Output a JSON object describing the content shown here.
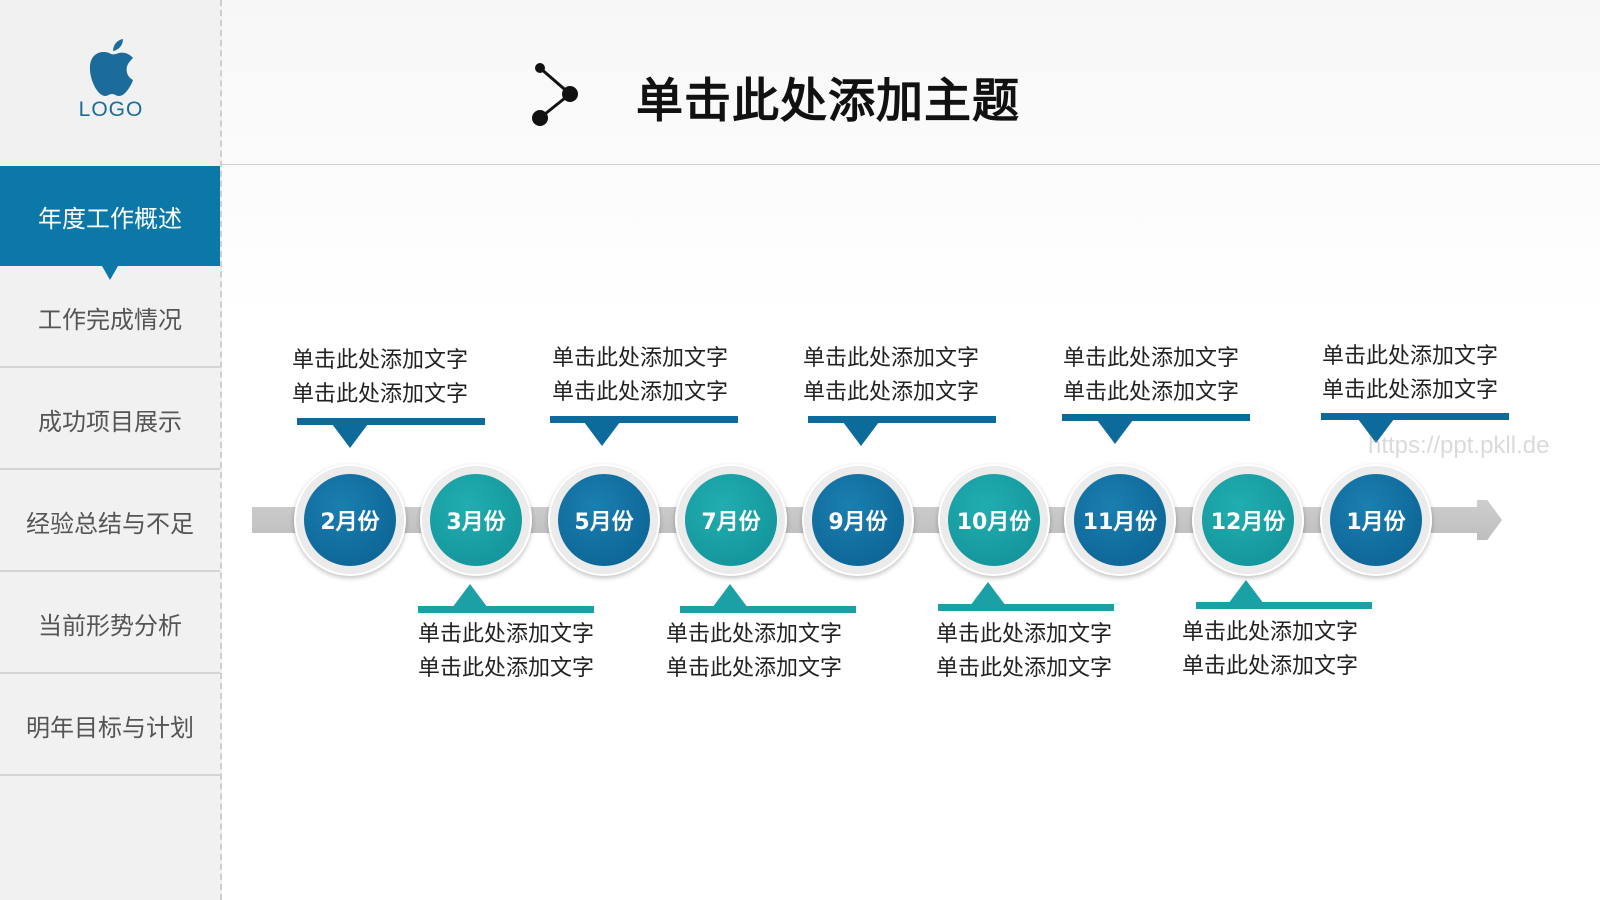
{
  "logo": {
    "text": "LOGO",
    "color": "#1b6c9b"
  },
  "sidebar": {
    "items": [
      {
        "label": "年度工作概述",
        "active": true
      },
      {
        "label": "工作完成情况",
        "active": false
      },
      {
        "label": "成功项目展示",
        "active": false
      },
      {
        "label": "经验总结与不足",
        "active": false
      },
      {
        "label": "当前形势分析",
        "active": false
      },
      {
        "label": "明年目标与计划",
        "active": false
      }
    ]
  },
  "header": {
    "title": "单击此处添加主题",
    "icon": "share-nodes-icon"
  },
  "colors": {
    "accent_blue": "#0c78a8",
    "accent_teal": "#1aa0a5",
    "track_gray": "#c6c6c6"
  },
  "timeline": {
    "nodes": [
      {
        "label": "2月份",
        "color": "blue"
      },
      {
        "label": "3月份",
        "color": "teal"
      },
      {
        "label": "5月份",
        "color": "blue"
      },
      {
        "label": "7月份",
        "color": "teal"
      },
      {
        "label": "9月份",
        "color": "blue"
      },
      {
        "label": "10月份",
        "color": "teal"
      },
      {
        "label": "11月份",
        "color": "blue"
      },
      {
        "label": "12月份",
        "color": "teal"
      },
      {
        "label": "1月份",
        "color": "blue"
      }
    ],
    "top_callouts": [
      {
        "line1": "单击此处添加文字",
        "line2": "单击此处添加文字"
      },
      {
        "line1": "单击此处添加文字",
        "line2": "单击此处添加文字"
      },
      {
        "line1": "单击此处添加文字",
        "line2": "单击此处添加文字"
      },
      {
        "line1": "单击此处添加文字",
        "line2": "单击此处添加文字"
      },
      {
        "line1": "单击此处添加文字",
        "line2": "单击此处添加文字"
      }
    ],
    "bottom_callouts": [
      {
        "line1": "单击此处添加文字",
        "line2": "单击此处添加文字"
      },
      {
        "line1": "单击此处添加文字",
        "line2": "单击此处添加文字"
      },
      {
        "line1": "单击此处添加文字",
        "line2": "单击此处添加文字"
      },
      {
        "line1": "单击此处添加文字",
        "line2": "单击此处添加文字"
      }
    ]
  },
  "watermark": "https://ppt.pkll.de"
}
